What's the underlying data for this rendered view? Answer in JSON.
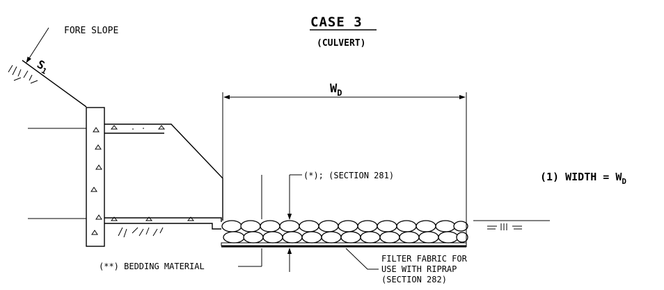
{
  "title": "CASE 3",
  "subtitle": "(CULVERT)",
  "fore_slope_label": "FORE SLOPE",
  "slope_label": "S",
  "slope_subscript": "1",
  "width_dim_label": "W",
  "width_dim_subscript": "D",
  "width_note_prefix": "(1) WIDTH = W",
  "width_note_subscript": "D",
  "riprap_note": "(*); (SECTION 281)",
  "bedding_note": "(**) BEDDING MATERIAL",
  "filter_note_line1": "FILTER FABRIC FOR",
  "filter_note_line2": "USE WITH RIPRAP",
  "filter_note_line3": "(SECTION 282)"
}
